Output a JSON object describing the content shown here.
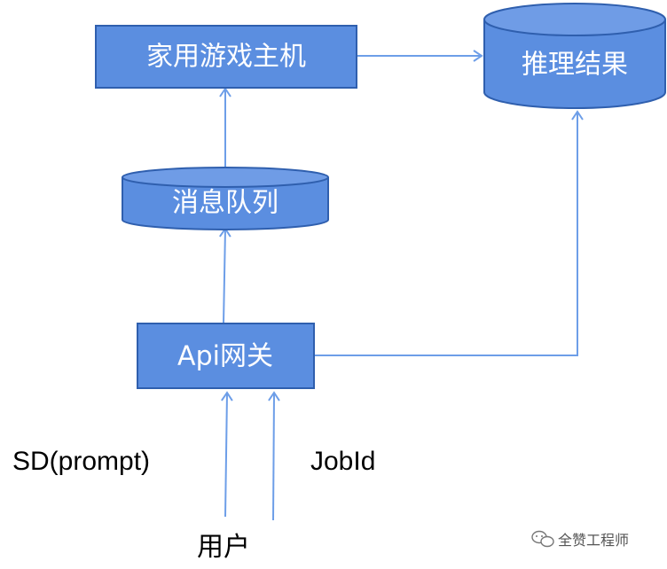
{
  "nodes": {
    "console": "家用游戏主机",
    "result": "推理结果",
    "queue": "消息队列",
    "gateway": "Api网关"
  },
  "labels": {
    "left_request": "SD(prompt)",
    "right_response": "JobId",
    "user": "用户"
  },
  "watermark": "全赞工程师",
  "colors": {
    "node_fill": "#5b8ee0",
    "node_stroke": "#2f5fae",
    "edge": "#6d9ee8"
  }
}
